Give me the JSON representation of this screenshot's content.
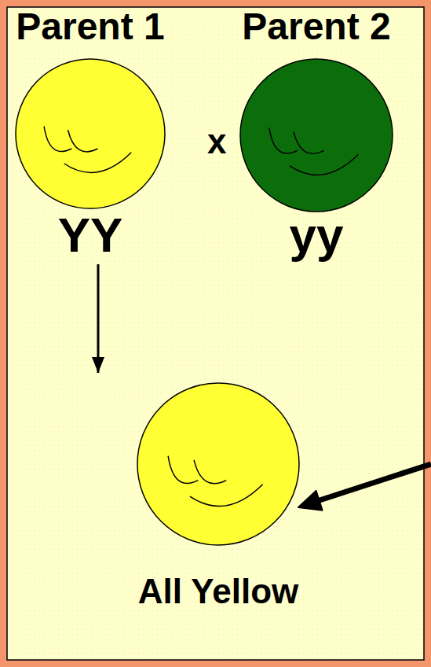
{
  "diagram": {
    "nodes": [
      {
        "text": [
          "Parent 1",
          "YY"
        ]
      },
      {
        "text": [
          "Parent 2",
          "yy"
        ]
      },
      {
        "text": [
          "All Yellow"
        ]
      }
    ],
    "edges": [
      {
        "from": 0,
        "to": 2,
        "arrow": "to"
      }
    ],
    "labels": [
      "x"
    ]
  }
}
